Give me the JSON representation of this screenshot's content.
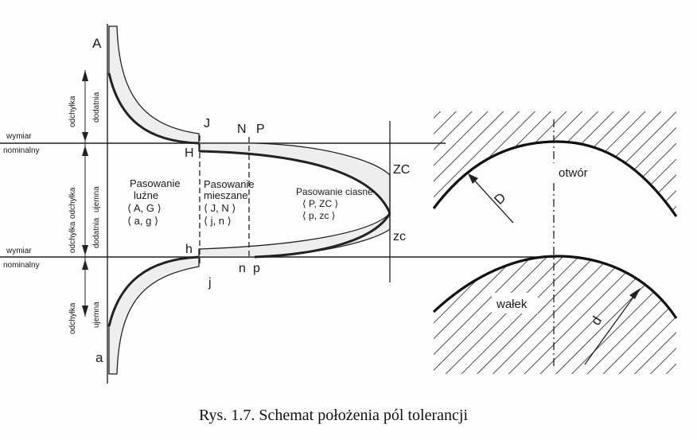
{
  "labels": {
    "A": "A",
    "a": "a",
    "J": "J",
    "j": "j",
    "H": "H",
    "h": "h",
    "N": "N",
    "P": "P",
    "n": "n",
    "p": "p",
    "ZC": "ZC",
    "zc": "zc",
    "D": "D",
    "d": "d"
  },
  "axis": {
    "nominal_top": [
      "wymiar",
      "nominalny"
    ],
    "nominal_bottom": [
      "wymiar",
      "nominalny"
    ],
    "dev_upper_1": [
      "odchyłka",
      "dodatnia"
    ],
    "dev_lower_1": [
      "odchyłka",
      "ujemna"
    ],
    "dev_upper_2": [
      "odchyłka",
      "dodatnia"
    ],
    "dev_lower_2": [
      "odchyłka",
      "ujemna"
    ]
  },
  "regions": {
    "loose": [
      "Pasowanie",
      "luźne",
      "⟨ A, G ⟩",
      "⟨ a, g ⟩"
    ],
    "mixed": [
      "Pasowanie",
      "mieszane",
      "⟨ J, N ⟩",
      "⟨ j, n ⟩"
    ],
    "tight": [
      "Pasowanie ciasne",
      "⟨ P, ZC ⟩",
      "⟨ p, zc ⟩"
    ]
  },
  "parts": {
    "hole": "otwór",
    "shaft": "wałek"
  },
  "caption": "Rys. 1.7. Schemat położenia pól tolerancji"
}
